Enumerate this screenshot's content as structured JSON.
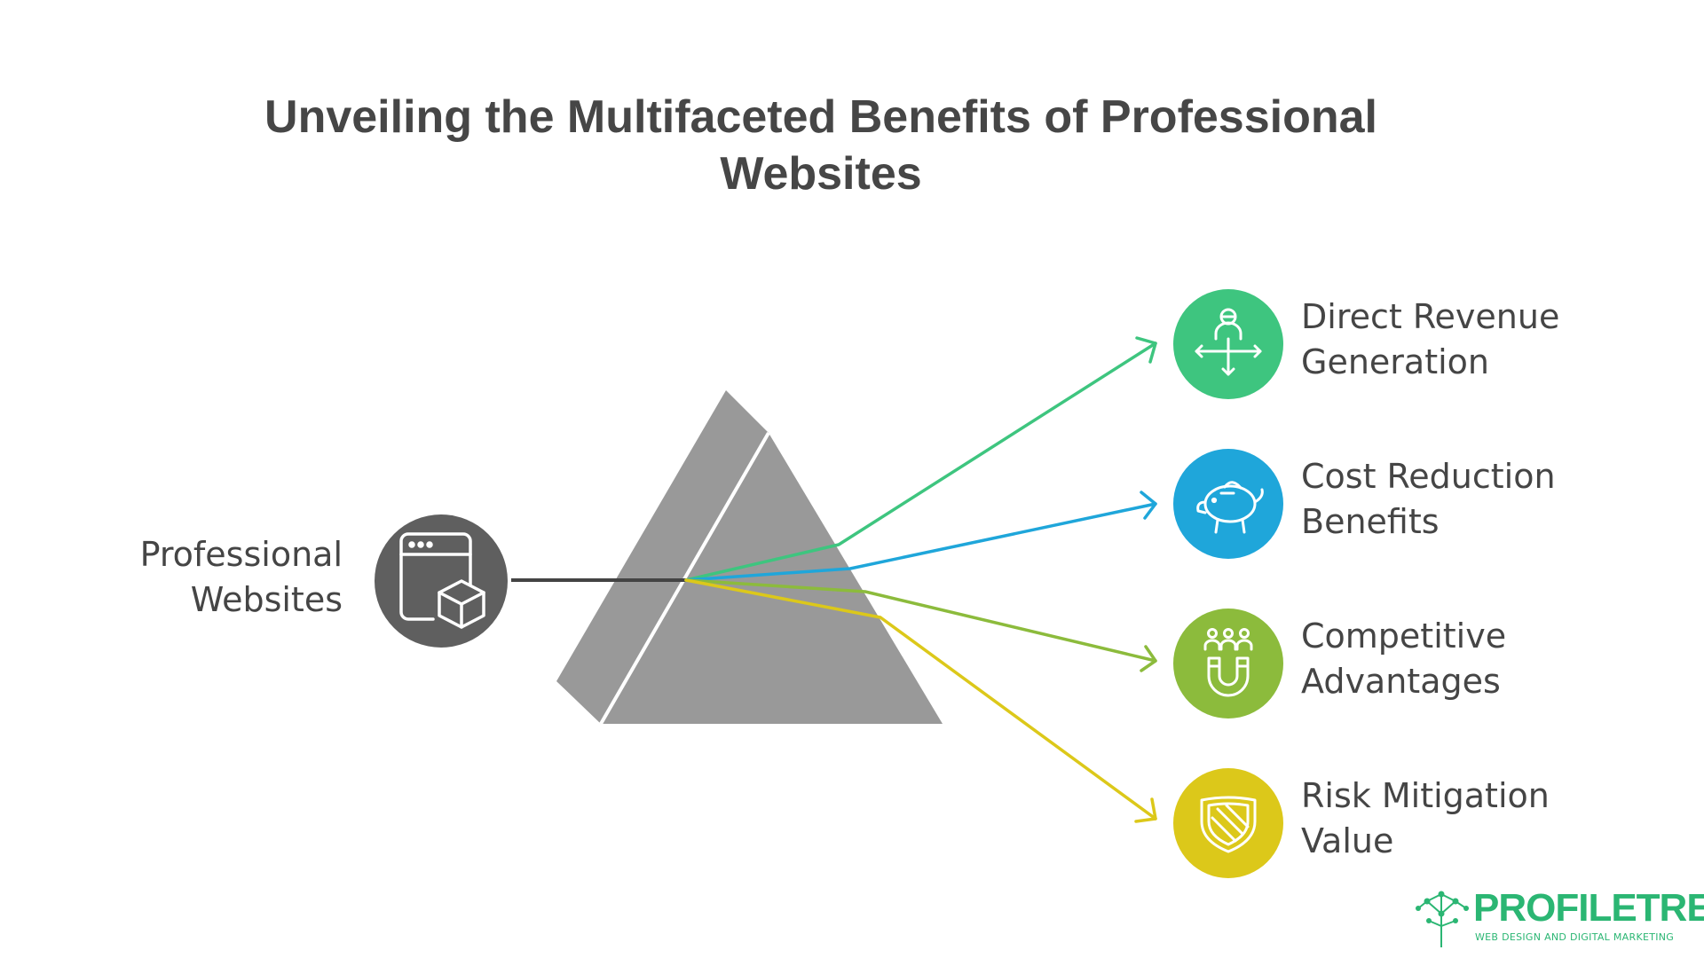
{
  "title": {
    "line1": "Unveiling the Multifaceted Benefits of Professional",
    "line2": "Websites"
  },
  "source": {
    "line1": "Professional",
    "line2": "Websites",
    "icon": "browser-box-icon",
    "color": "#5f5f5f"
  },
  "prism_color": "#999999",
  "outputs": [
    {
      "line1": "Direct Revenue",
      "line2": "Generation",
      "color": "#3ec57f",
      "icon": "person-arrows-icon"
    },
    {
      "line1": "Cost Reduction",
      "line2": "Benefits",
      "color": "#1fa6da",
      "icon": "piggy-bank-icon"
    },
    {
      "line1": "Competitive",
      "line2": "Advantages",
      "color": "#8cbb3c",
      "icon": "magnet-people-icon"
    },
    {
      "line1": "Risk Mitigation",
      "line2": "Value",
      "color": "#dcc81a",
      "icon": "shield-icon"
    }
  ],
  "logo": {
    "name": "PROFILETREE",
    "tagline": "WEB DESIGN AND DIGITAL MARKETING",
    "color": "#2bb673",
    "icon": "tree-network-icon"
  }
}
